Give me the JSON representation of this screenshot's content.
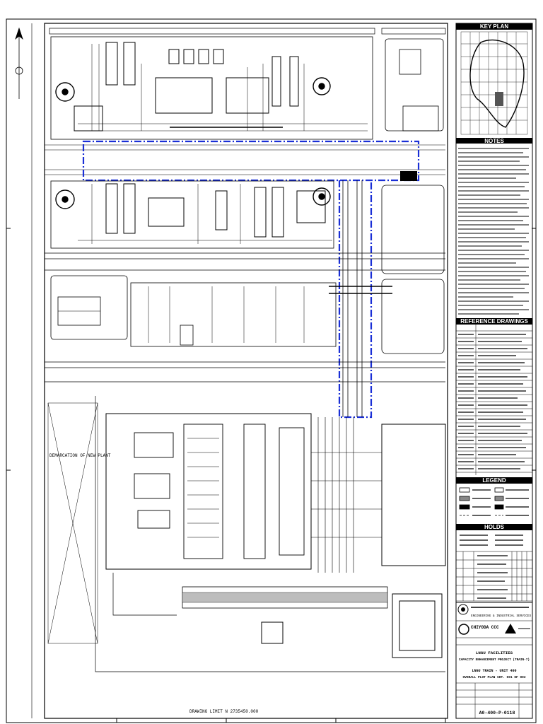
{
  "drawing": {
    "title_block": {
      "company_line": "ENGINEERING & INDUSTRIAL SERVICES",
      "contractor": "CHIYODA CCC",
      "project_line1": "LNGU FACILITIES",
      "project_line2": "CAPACITY ENHANCEMENT PROJECT (TRAIN-7)",
      "unit_line": "LNGU TRAIN - UNIT 400",
      "sheet_title": "OVERALL PLOT PLAN SHT. 001 OF 002",
      "drawing_number": "A0-400-P-0118"
    },
    "side_panels": {
      "key_plan": "KEY PLAN",
      "notes": "NOTES",
      "reference_drawings": "REFERENCE DRAWINGS",
      "legend": "LEGEND",
      "holds": "HOLDS"
    },
    "plan_labels": {
      "demarcation_left": "DEMARCATION OF NEW PLANT",
      "drawing_limit_bottom": "DRAWING LIMIT N 2735450.000"
    },
    "colors": {
      "line": "#000000",
      "boundary_blue": "#1a2fd6",
      "panel_header": "#000000",
      "paper": "#ffffff"
    }
  }
}
